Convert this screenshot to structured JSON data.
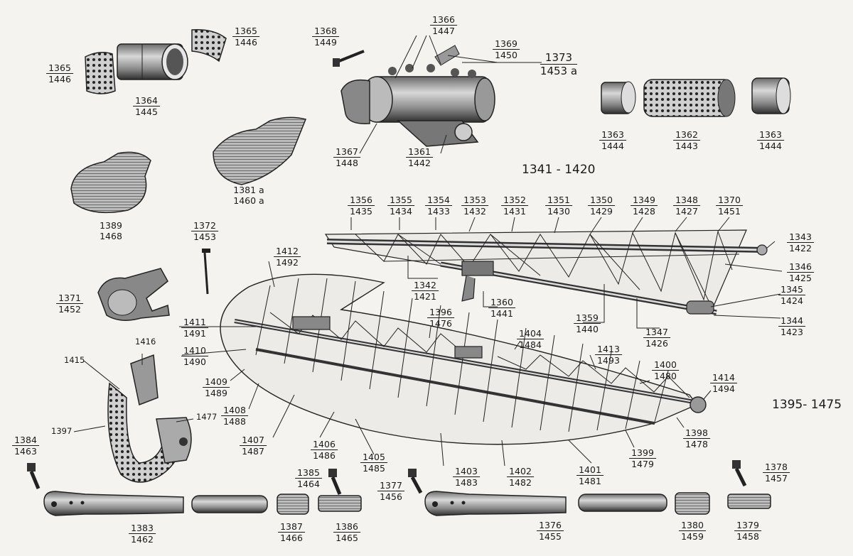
{
  "groups": {
    "left_range": "1341 - 1420",
    "right_range": "1395- 1475"
  },
  "labels": [
    {
      "key": "l1365a",
      "top": "1365",
      "bot": "1446"
    },
    {
      "key": "l1365b",
      "top": "1365",
      "bot": "1446"
    },
    {
      "key": "l1364",
      "top": "1364",
      "bot": "1445"
    },
    {
      "key": "l1368",
      "top": "1368",
      "bot": "1449"
    },
    {
      "key": "l1366",
      "top": "1366",
      "bot": "1447"
    },
    {
      "key": "l1369",
      "top": "1369",
      "bot": "1450"
    },
    {
      "key": "l1373",
      "top": "1373",
      "bot": "1453 a"
    },
    {
      "key": "l1367",
      "top": "1367",
      "bot": "1448"
    },
    {
      "key": "l1361",
      "top": "1361",
      "bot": "1442"
    },
    {
      "key": "l1363a",
      "top": "1363",
      "bot": "1444"
    },
    {
      "key": "l1362",
      "top": "1362",
      "bot": "1443"
    },
    {
      "key": "l1363b",
      "top": "1363",
      "bot": "1444"
    },
    {
      "key": "l1381",
      "top": "1381 a",
      "bot": "1460 a"
    },
    {
      "key": "l1389",
      "top": "1389",
      "bot": "1468"
    },
    {
      "key": "l1372",
      "top": "1372",
      "bot": "1453"
    },
    {
      "key": "l1371",
      "top": "1371",
      "bot": "1452"
    },
    {
      "key": "l1356",
      "top": "1356",
      "bot": "1435"
    },
    {
      "key": "l1355",
      "top": "1355",
      "bot": "1434"
    },
    {
      "key": "l1354",
      "top": "1354",
      "bot": "1433"
    },
    {
      "key": "l1353",
      "top": "1353",
      "bot": "1432"
    },
    {
      "key": "l1352",
      "top": "1352",
      "bot": "1431"
    },
    {
      "key": "l1351",
      "top": "1351",
      "bot": "1430"
    },
    {
      "key": "l1350",
      "top": "1350",
      "bot": "1429"
    },
    {
      "key": "l1349",
      "top": "1349",
      "bot": "1428"
    },
    {
      "key": "l1348",
      "top": "1348",
      "bot": "1427"
    },
    {
      "key": "l1370",
      "top": "1370",
      "bot": "1451"
    },
    {
      "key": "l1343",
      "top": "1343",
      "bot": "1422"
    },
    {
      "key": "l1346",
      "top": "1346",
      "bot": "1425"
    },
    {
      "key": "l1345",
      "top": "1345",
      "bot": "1424"
    },
    {
      "key": "l1344",
      "top": "1344",
      "bot": "1423"
    },
    {
      "key": "l1342",
      "top": "1342",
      "bot": "1421"
    },
    {
      "key": "l1360",
      "top": "1360",
      "bot": "1441"
    },
    {
      "key": "l1359",
      "top": "1359",
      "bot": "1440"
    },
    {
      "key": "l1347",
      "top": "1347",
      "bot": "1426"
    },
    {
      "key": "l1412",
      "top": "1412",
      "bot": "1492"
    },
    {
      "key": "l1396",
      "top": "1396",
      "bot": "1476"
    },
    {
      "key": "l1404",
      "top": "1404",
      "bot": "1484"
    },
    {
      "key": "l1413",
      "top": "1413",
      "bot": "1493"
    },
    {
      "key": "l1400",
      "top": "1400",
      "bot": "1480"
    },
    {
      "key": "l1414",
      "top": "1414",
      "bot": "1494"
    },
    {
      "key": "l1411",
      "top": "1411",
      "bot": "1491"
    },
    {
      "key": "l1410",
      "top": "1410",
      "bot": "1490"
    },
    {
      "key": "l1409",
      "top": "1409",
      "bot": "1489"
    },
    {
      "key": "l1408",
      "top": "1408",
      "bot": "1488"
    },
    {
      "key": "l1407",
      "top": "1407",
      "bot": "1487"
    },
    {
      "key": "l1406",
      "top": "1406",
      "bot": "1486"
    },
    {
      "key": "l1405",
      "top": "1405",
      "bot": "1485"
    },
    {
      "key": "l1403",
      "top": "1403",
      "bot": "1483"
    },
    {
      "key": "l1402",
      "top": "1402",
      "bot": "1482"
    },
    {
      "key": "l1401",
      "top": "1401",
      "bot": "1481"
    },
    {
      "key": "l1399",
      "top": "1399",
      "bot": "1479"
    },
    {
      "key": "l1398",
      "top": "1398",
      "bot": "1478"
    },
    {
      "key": "l1384",
      "top": "1384",
      "bot": "1463"
    },
    {
      "key": "l1383",
      "top": "1383",
      "bot": "1462"
    },
    {
      "key": "l1385",
      "top": "1385",
      "bot": "1464"
    },
    {
      "key": "l1387",
      "top": "1387",
      "bot": "1466"
    },
    {
      "key": "l1386",
      "top": "1386",
      "bot": "1465"
    },
    {
      "key": "l1377",
      "top": "1377",
      "bot": "1456"
    },
    {
      "key": "l1376",
      "top": "1376",
      "bot": "1455"
    },
    {
      "key": "l1380",
      "top": "1380",
      "bot": "1459"
    },
    {
      "key": "l1379",
      "top": "1379",
      "bot": "1458"
    },
    {
      "key": "l1378",
      "top": "1378",
      "bot": "1457"
    }
  ],
  "singles": {
    "s1415": "1415",
    "s1416": "1416",
    "s1397": "1397",
    "s1477": "1477"
  }
}
